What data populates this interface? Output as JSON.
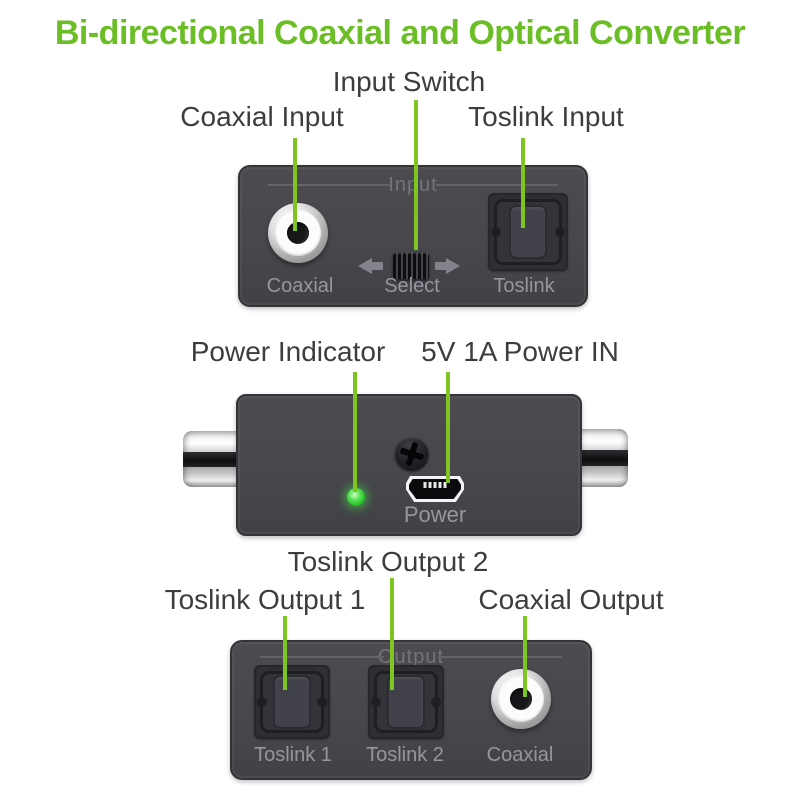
{
  "title": "Bi-directional Coaxial and Optical Converter",
  "input": {
    "callout_coaxial": "Coaxial Input",
    "callout_switch": "Input Switch",
    "callout_toslink": "Toslink Input",
    "header": "Input",
    "label_coaxial": "Coaxial",
    "label_select": "Select",
    "label_toslink": "Toslink"
  },
  "power": {
    "callout_indicator": "Power Indicator",
    "callout_power_in": "5V 1A Power IN",
    "label_power": "Power"
  },
  "output": {
    "callout_toslink1": "Toslink Output 1",
    "callout_toslink2": "Toslink Output 2",
    "callout_coaxial": "Coaxial Output",
    "header": "Output",
    "label_toslink1": "Toslink 1",
    "label_toslink2": "Toslink 2",
    "label_coaxial": "Coaxial"
  },
  "colors": {
    "title_green": "#6CBE27",
    "leader_line_green": "#7EC522",
    "callout_text": "#3D3D3D",
    "panel_body_gray": "#47474C",
    "panel_label_gray": "#96969E",
    "panel_header_gray": "#73737B",
    "led_green": "#3ED43E"
  }
}
